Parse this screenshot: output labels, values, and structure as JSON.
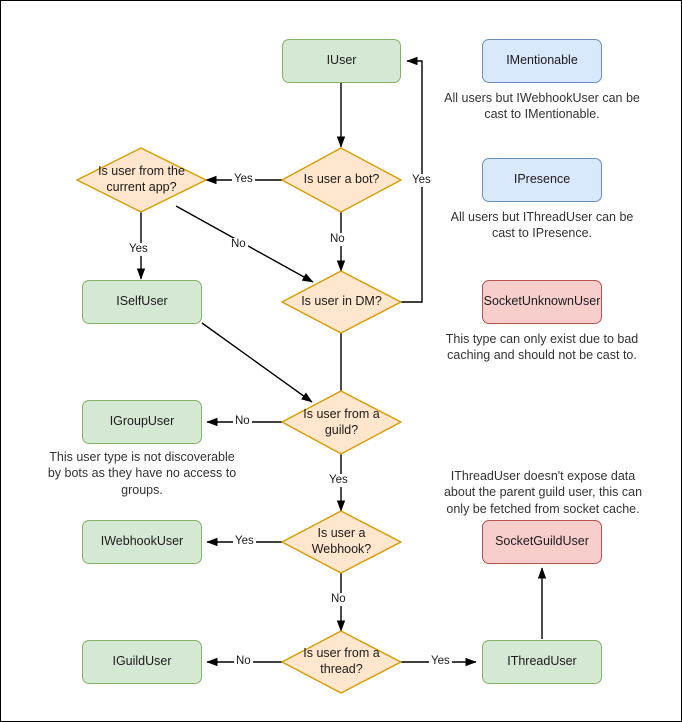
{
  "diagram": {
    "title": "Discord.Net user type cast decision flowchart",
    "colors": {
      "green_fill": "#d5e8d4",
      "green_stroke": "#82b366",
      "blue_fill": "#dae8fc",
      "blue_stroke": "#6c8ebf",
      "red_fill": "#f8cecc",
      "red_stroke": "#b85450",
      "orange_fill": "#ffe6cc",
      "orange_stroke": "#d79b00",
      "edge_stroke": "#000000",
      "canvas_border": "#000000"
    },
    "nodes": {
      "iuser": "IUser",
      "is_user_a_bot": "Is user a bot?",
      "is_user_from_current_app": "Is user from the current app?",
      "is_user_in_dm": "Is user in DM?",
      "iselfuser": "ISelfUser",
      "is_user_from_a_guild": "Is user from a guild?",
      "igroupuser": "IGroupUser",
      "is_user_a_webhook": "Is user a Webhook?",
      "iwebhookuser": "IWebhookUser",
      "is_user_from_a_thread": "Is user from a thread?",
      "iguilduser": "IGuildUser",
      "ithreaduser": "IThreadUser",
      "imentionable": "IMentionable",
      "ipresence": "IPresence",
      "socketunknownuser": "SocketUnknownUser",
      "socketguilduser": "SocketGuildUser"
    },
    "captions": {
      "imentionable": "All users but IWebhookUser can be cast to IMentionable.",
      "ipresence": "All users but IThreadUser can be cast to IPresence.",
      "socketunknownuser": "This type can only exist due to bad caching and should not be cast to.",
      "igroupuser": "This user type is not discoverable by bots as they have no access to groups.",
      "socketguilduser": "IThreadUser doesn't expose data about the parent guild user, this can only be fetched from socket cache."
    },
    "edge_labels": {
      "bot_yes": "Yes",
      "bot_no": "No",
      "current_app_yes": "Yes",
      "current_app_no": "No",
      "dm_yes": "Yes",
      "guild_no": "No",
      "guild_yes": "Yes",
      "webhook_yes": "Yes",
      "webhook_no": "No",
      "thread_no": "No",
      "thread_yes": "Yes"
    }
  }
}
